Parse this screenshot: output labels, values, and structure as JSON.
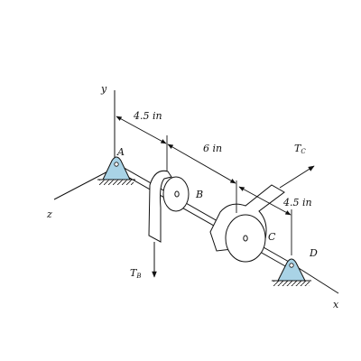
{
  "axes": {
    "x": "x",
    "y": "y",
    "z": "z"
  },
  "points": {
    "A": "A",
    "B": "B",
    "C": "C",
    "D": "D"
  },
  "dimensions": {
    "AB": "4.5 in",
    "BC": "6 in",
    "CD": "4.5 in"
  },
  "torques": {
    "TB": {
      "main": "T",
      "sub": "B"
    },
    "TC": {
      "main": "T",
      "sub": "C"
    }
  },
  "colors": {
    "support": "#a9d3e6",
    "line": "#111111"
  }
}
